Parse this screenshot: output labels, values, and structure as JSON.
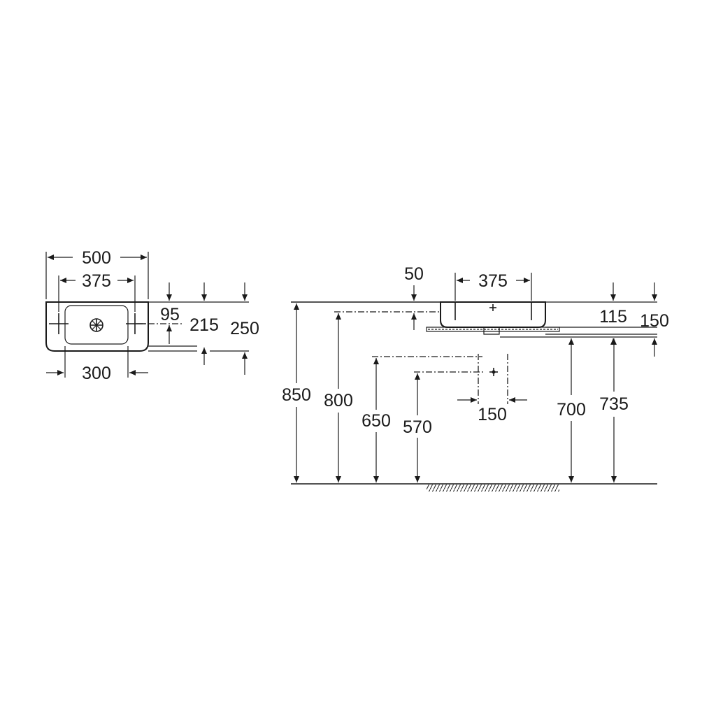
{
  "top_view": {
    "dims": {
      "overall_width": "500",
      "tap_holes": "375",
      "basin_width": "300",
      "depth_95": "95",
      "depth_215": "215",
      "depth_250": "250"
    }
  },
  "side_view": {
    "dims": {
      "edge_50": "50",
      "tap_holes": "375",
      "h_115": "115",
      "h_150": "150",
      "h_850": "850",
      "h_800": "800",
      "h_650": "650",
      "h_570": "570",
      "offset_150": "150",
      "h_700": "700",
      "h_735": "735"
    }
  },
  "icons": [
    "arrow-head",
    "drain-icon",
    "floor-hatch"
  ]
}
